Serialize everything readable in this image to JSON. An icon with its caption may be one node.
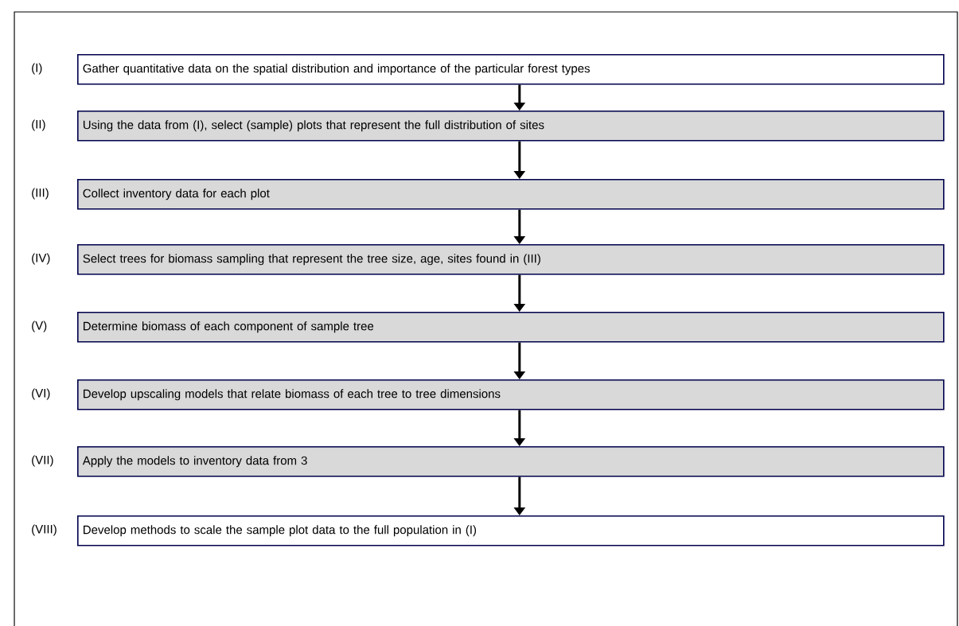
{
  "diagram": {
    "nodes": [
      {
        "text": [
          "Gather quantitative data on the spatial distribution and importance of the particular forest types"
        ],
        "beside": [
          "(I)"
        ]
      },
      {
        "text": [
          "Using the data from (I), select (sample) plots that represent the full distribution of sites"
        ],
        "beside": [
          "(II)"
        ]
      },
      {
        "text": [
          "Collect inventory data for each plot"
        ],
        "beside": [
          "(III)"
        ]
      },
      {
        "text": [
          "Select trees for biomass sampling that represent the tree size, age, sites found in (III)"
        ],
        "beside": [
          "(IV)"
        ]
      },
      {
        "text": [
          "Determine biomass of each component of sample tree"
        ],
        "beside": [
          "(V)"
        ]
      },
      {
        "text": [
          "Develop upscaling models that relate biomass of each tree to tree dimensions"
        ],
        "beside": [
          "(VI)"
        ]
      },
      {
        "text": [
          "Apply the models to inventory data from 3"
        ],
        "beside": [
          "(VII)"
        ]
      },
      {
        "text": [
          "Develop methods to scale the sample plot data to the full population in (I)"
        ],
        "beside": [
          "(VIII)"
        ]
      }
    ],
    "edges": [
      {
        "from": 0,
        "to": 1,
        "arrow": "to"
      },
      {
        "from": 1,
        "to": 2,
        "arrow": "to"
      },
      {
        "from": 2,
        "to": 3,
        "arrow": "to"
      },
      {
        "from": 3,
        "to": 4,
        "arrow": "to"
      },
      {
        "from": 4,
        "to": 5,
        "arrow": "to"
      },
      {
        "from": 5,
        "to": 6,
        "arrow": "to"
      },
      {
        "from": 6,
        "to": 7,
        "arrow": "to"
      }
    ]
  }
}
